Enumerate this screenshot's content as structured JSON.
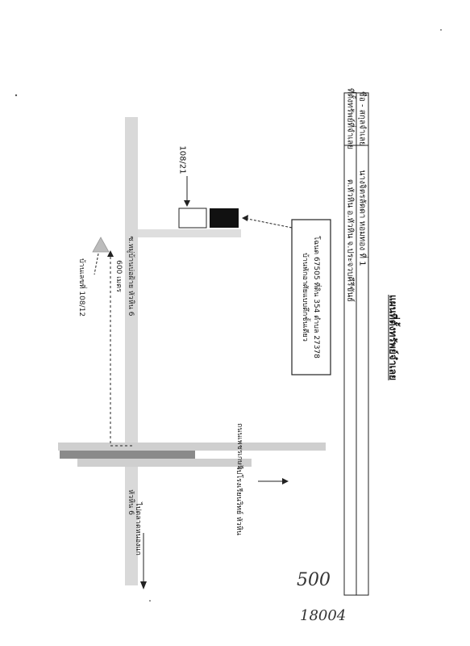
{
  "document": {
    "title": "แผนที่ตั้งทรัพย์จำเลย",
    "table": {
      "defendant_label": "ชื่อ - สกุลจำเลย",
      "defendant_value": "นางจิตรลัดดา หอมทอง ที่ 1",
      "location_label": "ที่ตั้งทรัพย์ที่จำเลย",
      "location_value": "ต.หัวหิน อ.หัวหิน จ.ประจวบคีรีขันธ์"
    },
    "deed_box": {
      "line1": "โฉนด 67505 ที่ดิน 354 ตำบล 27378",
      "line2": "บ้านพักอาศัยแบบตึกชั้นเดียว"
    },
    "house_number": "108/21",
    "road_main": "ซ.หมู่บ้านบ่อฝ้าย หัวหิน 6",
    "road_main_lower": "หัวหิน 6",
    "distance": "600 เมตร",
    "village_label": "บ้านเลขที่ 108/12",
    "road_cross": "ถนนเพชรเกษม",
    "direction_left": "ไปตลาดหนองแก",
    "direction_right": "ไปโรงเรียนวิทย์ หัวหิน",
    "handwritten_1": "500",
    "handwritten_2": "18004"
  },
  "colors": {
    "road": "#d4d4d4",
    "road_dark": "#7f7f7f",
    "house_filled": "#111111",
    "line": "#222222"
  }
}
